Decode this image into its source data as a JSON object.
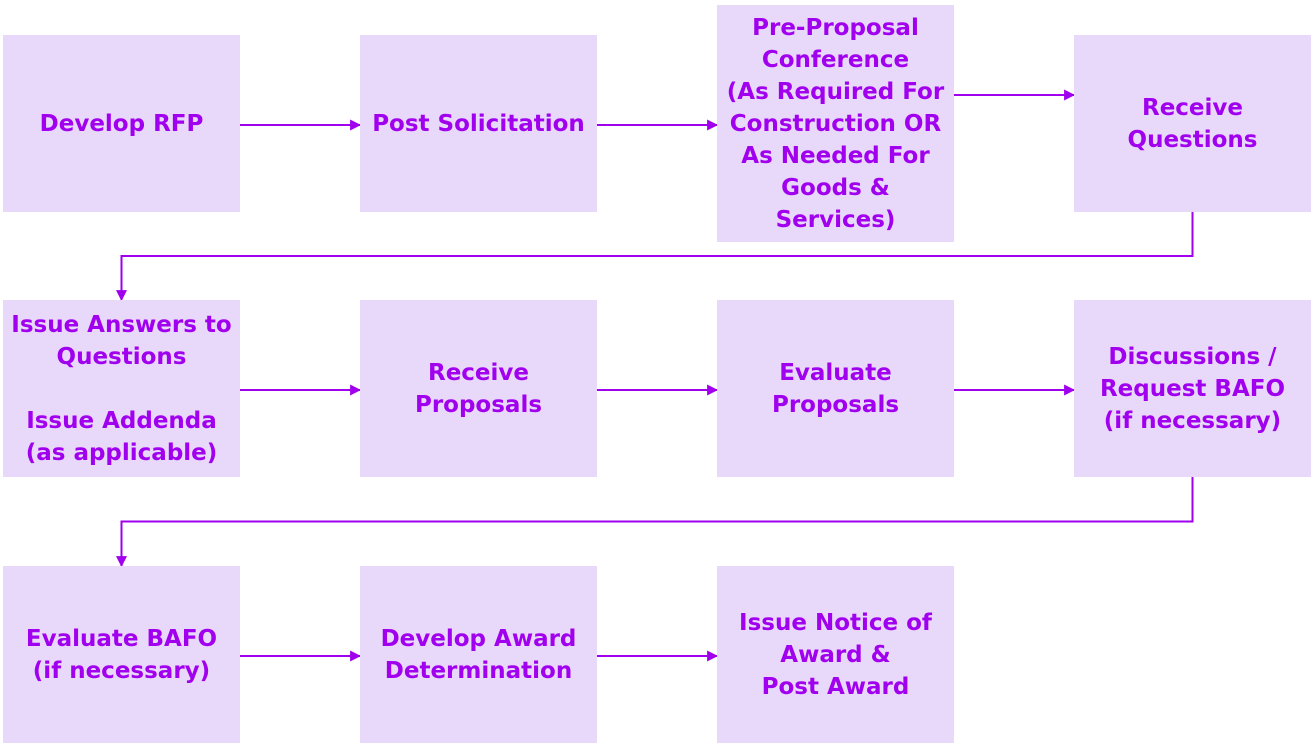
{
  "diagram": {
    "colors": {
      "box_fill": "#e8d9fb",
      "text": "#a100ee",
      "connector": "#a100ee"
    },
    "nodes": [
      {
        "id": "n1",
        "label": "Develop RFP"
      },
      {
        "id": "n2",
        "label": "Post Solicitation"
      },
      {
        "id": "n3",
        "label": "Pre-Proposal\nConference\n(As Required For\nConstruction OR\nAs Needed For\nGoods &\nServices)"
      },
      {
        "id": "n4",
        "label": "Receive\nQuestions"
      },
      {
        "id": "n5",
        "label": "Issue Answers to\nQuestions\n\nIssue Addenda\n(as applicable)"
      },
      {
        "id": "n6",
        "label": "Receive Proposals"
      },
      {
        "id": "n7",
        "label": "Evaluate\nProposals"
      },
      {
        "id": "n8",
        "label": "Discussions /\nRequest BAFO\n(if necessary)"
      },
      {
        "id": "n9",
        "label": "Evaluate BAFO\n(if necessary)"
      },
      {
        "id": "n10",
        "label": "Develop Award\nDetermination"
      },
      {
        "id": "n11",
        "label": "Issue Notice of\nAward &\nPost Award"
      }
    ],
    "edges": [
      {
        "from": "n1",
        "to": "n2"
      },
      {
        "from": "n2",
        "to": "n3"
      },
      {
        "from": "n3",
        "to": "n4"
      },
      {
        "from": "n4",
        "to": "n5"
      },
      {
        "from": "n5",
        "to": "n6"
      },
      {
        "from": "n6",
        "to": "n7"
      },
      {
        "from": "n7",
        "to": "n8"
      },
      {
        "from": "n8",
        "to": "n9"
      },
      {
        "from": "n9",
        "to": "n10"
      },
      {
        "from": "n10",
        "to": "n11"
      }
    ]
  }
}
